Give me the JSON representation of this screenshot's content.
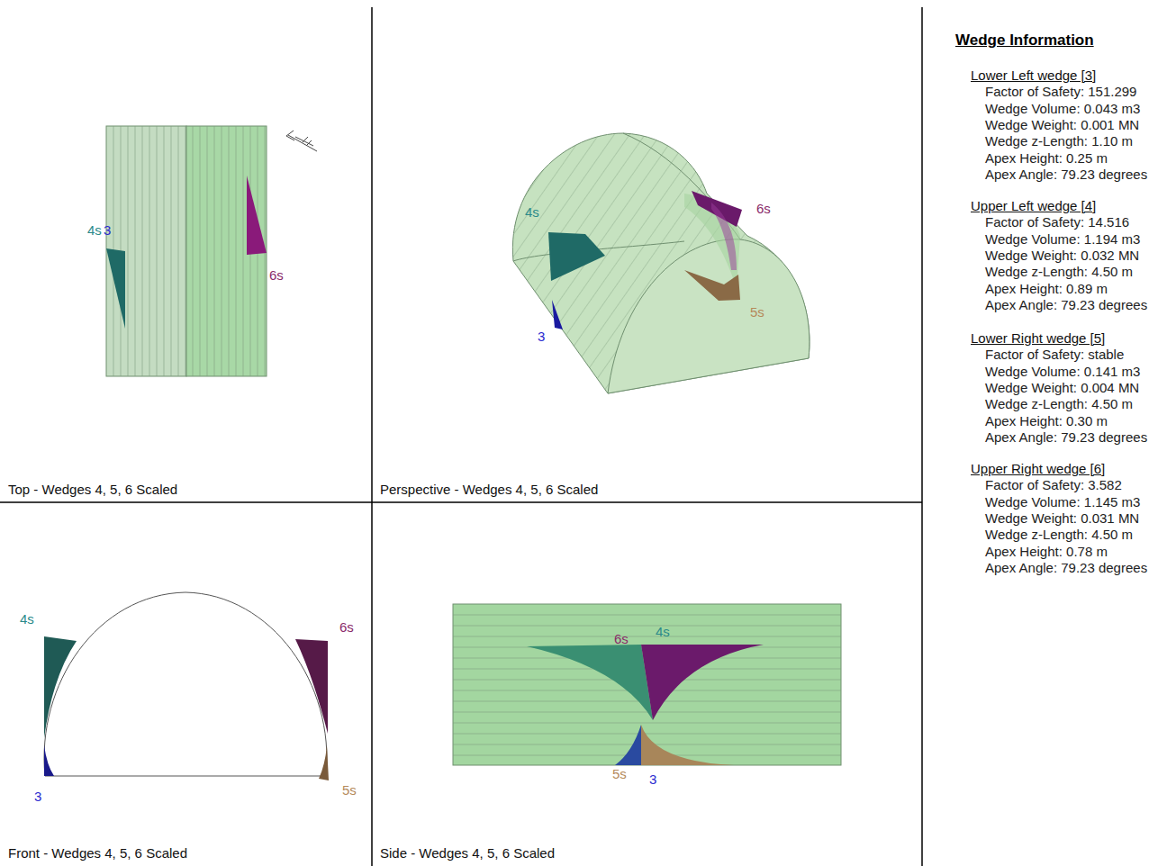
{
  "diagram": {
    "nodes": [
      {
        "text": [
          "Top - Wedges 4, 5, 6 Scaled"
        ]
      },
      {
        "text": [
          "Perspective - Wedges 4, 5, 6 Scaled"
        ]
      },
      {
        "text": [
          "Front - Wedges 4, 5, 6 Scaled"
        ]
      },
      {
        "text": [
          "Side - Wedges 4, 5, 6 Scaled"
        ]
      }
    ],
    "labels": [
      "4s",
      "3",
      "6s",
      "4s",
      "6s",
      "5s",
      "3",
      "4s",
      "6s",
      "3",
      "5s",
      "6s",
      "4s",
      "5s",
      "3",
      "Wedge Information",
      "Lower Left wedge [3]",
      "Factor of Safety: 151.299",
      "Wedge Volume: 0.043 m3",
      "Wedge Weight: 0.001 MN",
      "Wedge z-Length: 1.10 m",
      "Apex Height: 0.25 m",
      "Apex Angle: 79.23 degrees",
      "Upper Left wedge [4]",
      "Factor of Safety: 14.516",
      "Wedge Volume: 1.194 m3",
      "Wedge Weight: 0.032 MN",
      "Wedge z-Length: 4.50 m",
      "Apex Height: 0.89 m",
      "Apex Angle: 79.23 degrees",
      "Lower Right wedge [5]",
      "Factor of Safety: stable",
      "Wedge Volume: 0.141 m3",
      "Wedge Weight: 0.004 MN",
      "Wedge z-Length: 4.50 m",
      "Apex Height: 0.30 m",
      "Apex Angle: 79.23 degrees",
      "Upper Right wedge [6]",
      "Factor of Safety: 3.582",
      "Wedge Volume: 1.145 m3",
      "Wedge Weight: 0.031 MN",
      "Wedge z-Length: 4.50 m",
      "Apex Height: 0.78 m",
      "Apex Angle: 79.23 degrees"
    ]
  }
}
